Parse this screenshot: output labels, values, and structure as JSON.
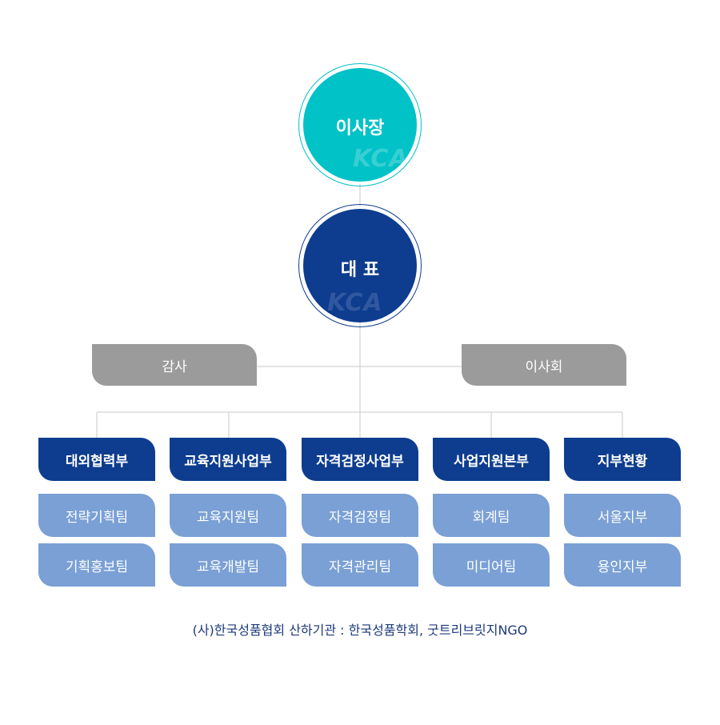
{
  "chairman": {
    "label": "이사장",
    "watermark": "KCA"
  },
  "ceo": {
    "label": "대 표",
    "watermark": "KCA"
  },
  "audit": {
    "label": "감사"
  },
  "board": {
    "label": "이사회"
  },
  "departments": [
    {
      "label": "대외협력부",
      "teams": [
        "전략기획팀",
        "기획홍보팀"
      ]
    },
    {
      "label": "교육지원사업부",
      "teams": [
        "교육지원팀",
        "교육개발팀"
      ]
    },
    {
      "label": "자격검정사업부",
      "teams": [
        "자격검정팀",
        "자격관리팀"
      ]
    },
    {
      "label": "사업지원본부",
      "teams": [
        "회계팀",
        "미디어팀"
      ]
    },
    {
      "label": "지부현황",
      "teams": [
        "서울지부",
        "용인지부"
      ]
    }
  ],
  "footer": {
    "text": "(사)한국성품협회 산하기관 : 한국성품학회, 굿트리브릿지NGO"
  },
  "colors": {
    "chairman": "#00c2c7",
    "ceo": "#0e3d8f",
    "gray": "#9b9b9b",
    "dept": "#0e3d8f",
    "team": "#7aa0d5",
    "line": "#c8c8c8"
  }
}
